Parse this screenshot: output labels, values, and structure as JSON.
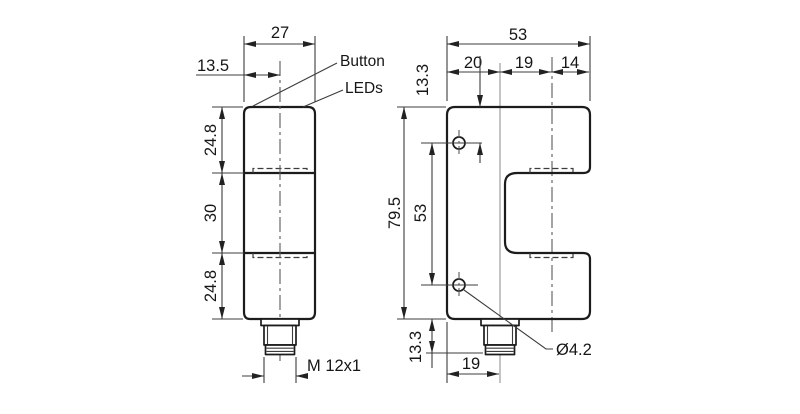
{
  "colors": {
    "line": "#1c1c1c",
    "dim_line": "#3c3c3c",
    "centerline": "#5a5a5a",
    "background": "#ffffff"
  },
  "front_view": {
    "dims": {
      "width": "27",
      "center_offset": "13.5",
      "section_top": "24.8",
      "section_middle": "30",
      "section_bottom": "24.8",
      "connector_thread": "M 12x1"
    },
    "labels": {
      "button": "Button",
      "leds": "LEDs"
    }
  },
  "side_view": {
    "dims": {
      "width": "53",
      "seg_left": "20",
      "seg_mid": "19",
      "seg_right": "14",
      "hole_top_offset": "13.3",
      "height": "79.5",
      "hole_spacing": "53",
      "connector_height": "13.3",
      "connector_offset": "19",
      "hole_diameter": "Ø4.2"
    }
  }
}
